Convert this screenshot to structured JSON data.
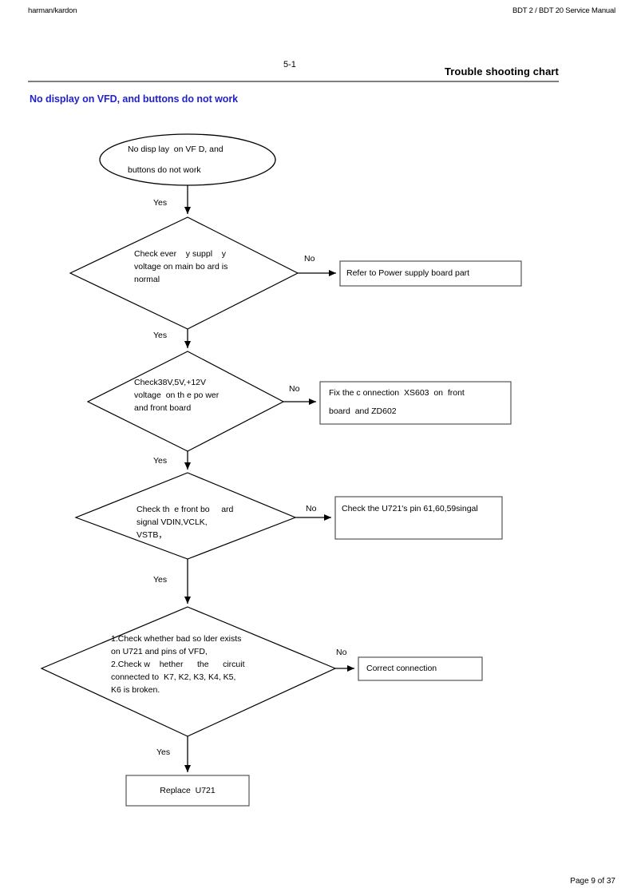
{
  "header": {
    "brand": "harman/kardon",
    "manual": "BDT 2 / BDT 20 Service Manual"
  },
  "section": {
    "number": "5-1",
    "title": "Trouble shooting chart",
    "heading": "No display on VFD, and buttons do not work",
    "heading_color": "#2222cc"
  },
  "flowchart": {
    "start": {
      "shape": "oval",
      "line1": "No disp lay  on VF D, and",
      "line2": "buttons do not work"
    },
    "decisions": [
      {
        "shape": "diamond",
        "line1": "Check ever    y suppl    y",
        "line2": "voltage on main bo ard is",
        "line3": "normal",
        "yes_label": "Yes",
        "no_label": "No"
      },
      {
        "shape": "diamond",
        "line1": "Check38V,5V,+12V",
        "line2": "voltage  on th e po wer",
        "line3": "and front board",
        "yes_label": "Yes",
        "no_label": "No"
      },
      {
        "shape": "diamond",
        "line1": "Check th  e front bo     ard",
        "line2": "signal VDIN,VCLK,",
        "line3": "VSTB，",
        "yes_label": "Yes",
        "no_label": "No"
      },
      {
        "shape": "diamond",
        "line1": "1.Check whether bad so lder exists",
        "line2": "on U721 and pins of VFD,",
        "line3": "2.Check w    hether      the      circuit",
        "line4": "connected to  K7, K2, K3, K4, K5,",
        "line5": "K6 is broken.",
        "yes_label": "Yes",
        "no_label": "No"
      }
    ],
    "outcomes": [
      {
        "shape": "rect",
        "line1": "Refer to Power supply board part"
      },
      {
        "shape": "rect",
        "line1": "Fix the c onnection  XS603  on  front",
        "line2": "board  and ZD602"
      },
      {
        "shape": "rect",
        "line1": "Check the U721's pin 61,60,59singal"
      },
      {
        "shape": "rect",
        "line1": "Correct connection"
      }
    ],
    "end": {
      "shape": "rect",
      "line1": "Replace  U721"
    }
  },
  "footer": {
    "page": "Page 9 of 37"
  }
}
